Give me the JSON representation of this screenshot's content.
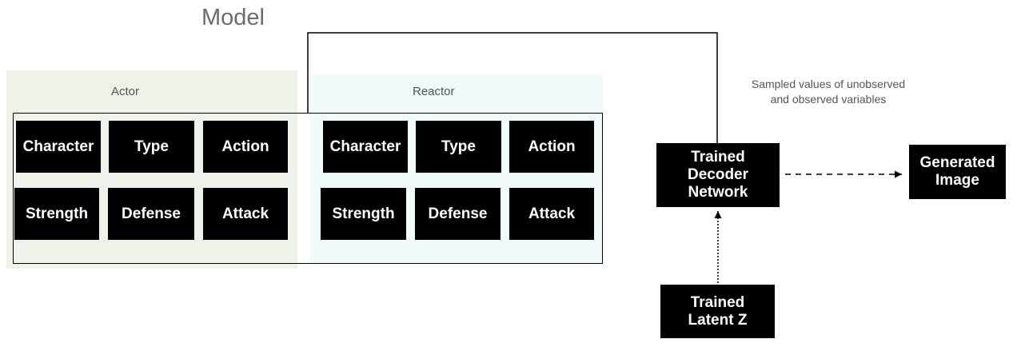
{
  "title": "Model",
  "actor": {
    "label": "Actor",
    "row1": [
      "Character",
      "Type",
      "Action"
    ],
    "row2": [
      "Strength",
      "Defense",
      "Attack"
    ]
  },
  "reactor": {
    "label": "Reactor",
    "row1": [
      "Character",
      "Type",
      "Action"
    ],
    "row2": [
      "Strength",
      "Defense",
      "Attack"
    ]
  },
  "annotation": {
    "line1": "Sampled values of unobserved",
    "line2": "and observed variables"
  },
  "decoder": {
    "line1": "Trained",
    "line2": "Decoder",
    "line3": "Network"
  },
  "latent": {
    "line1": "Trained",
    "line2": "Latent Z"
  },
  "output": {
    "line1": "Generated",
    "line2": "Image"
  }
}
